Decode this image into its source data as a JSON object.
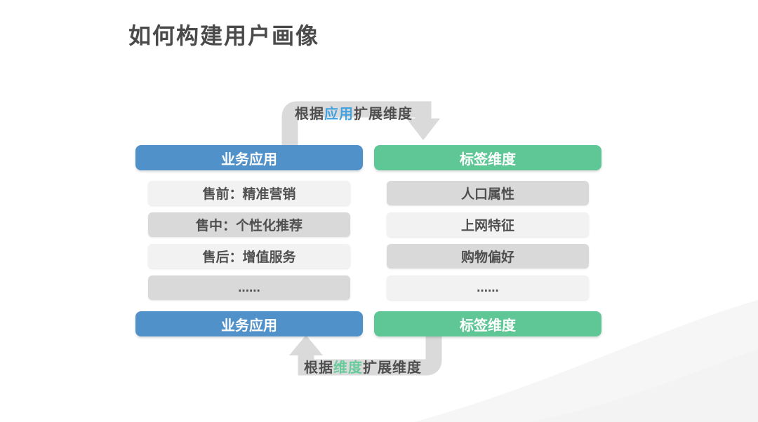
{
  "page": {
    "title": "如何构建用户画像"
  },
  "colors": {
    "header_blue": "#5191c9",
    "header_green": "#5ec795",
    "highlight_blue": "#45a2e0",
    "highlight_green": "#68cb9c",
    "item_light_bg": "#f2f2f2",
    "item_dark_bg": "#d9d9d9",
    "arrow_gray": "#dadada",
    "text_dark": "#4f4f4f",
    "header_text": "#ffffff"
  },
  "top_arrow": {
    "prefix": "根据",
    "highlight": "应用",
    "suffix": "扩展维度"
  },
  "bottom_arrow": {
    "prefix": "根据",
    "highlight": "维度",
    "suffix": "扩展维度"
  },
  "left_column": {
    "header": "业务应用",
    "items": [
      "售前：精准营销",
      "售中：个性化推荐",
      "售后：增值服务",
      "......"
    ],
    "footer": "业务应用"
  },
  "right_column": {
    "header": "标签维度",
    "items": [
      "人口属性",
      "上网特征",
      "购物偏好",
      "......"
    ],
    "footer": "标签维度"
  }
}
